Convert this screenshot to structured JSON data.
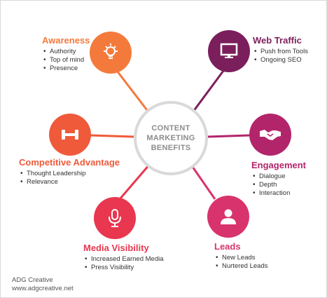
{
  "center": {
    "line1": "CONTENT",
    "line2": "MARKETING",
    "line3": "BENEFITS"
  },
  "colors": {
    "orange": "#f47a3c",
    "coral": "#ef5a3b",
    "pink_red": "#e8374f",
    "purple": "#7b1f5c",
    "magenta": "#b3256b",
    "pink": "#d8336c",
    "hub_border": "#d9d9d9",
    "hub_text": "#8c8c8c"
  },
  "nodes": [
    {
      "id": "awareness",
      "icon": "light-bulb-icon",
      "title": "Awareness",
      "items": [
        "Authority",
        "Top of mind",
        "Presence"
      ]
    },
    {
      "id": "web-traffic",
      "icon": "monitor-icon",
      "title": "Web Traffic",
      "items": [
        "Push from Tools",
        "Ongoing SEO"
      ]
    },
    {
      "id": "competitive-advantage",
      "icon": "dumbbell-icon",
      "title": "Competitive Advantage",
      "items": [
        "Thought Leadership",
        "Relevance"
      ]
    },
    {
      "id": "engagement",
      "icon": "handshake-icon",
      "title": "Engagement",
      "items": [
        "Dialogue",
        "Depth",
        "Interaction"
      ]
    },
    {
      "id": "media-visibility",
      "icon": "microphone-icon",
      "title": "Media Visibility",
      "items": [
        "Increased Earned Media",
        "Press Visibility"
      ]
    },
    {
      "id": "leads",
      "icon": "person-icon",
      "title": "Leads",
      "items": [
        "New Leads",
        "Nurtered Leads"
      ]
    }
  ],
  "footer": {
    "line1": "ADG Creative",
    "line2": "www.adgcreative.net"
  }
}
